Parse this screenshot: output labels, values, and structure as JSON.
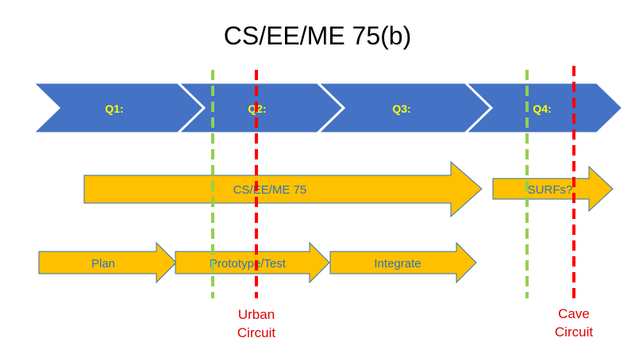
{
  "title": "CS/EE/ME 75(b)",
  "quarters": [
    {
      "label": "Q1:"
    },
    {
      "label": "Q2:"
    },
    {
      "label": "Q3:"
    },
    {
      "label": "Q4:"
    }
  ],
  "programs": [
    {
      "label": "CS/EE/ME 75"
    },
    {
      "label": "SURFs?"
    }
  ],
  "phases": [
    {
      "label": "Plan"
    },
    {
      "label": "Prototype/Test"
    },
    {
      "label": "Integrate"
    }
  ],
  "milestones": [
    {
      "line1": "Urban",
      "line2": "Circuit"
    },
    {
      "line1": "Cave",
      "line2": "Circuit"
    }
  ],
  "colors": {
    "chevron": "#4472c4",
    "bar_fill": "#ffc000",
    "bar_outline": "#2e75b6",
    "label_text": "#2e75b6",
    "green_line": "#92d050",
    "red_line": "#ff0000",
    "quarter_text": "#ffff00"
  }
}
